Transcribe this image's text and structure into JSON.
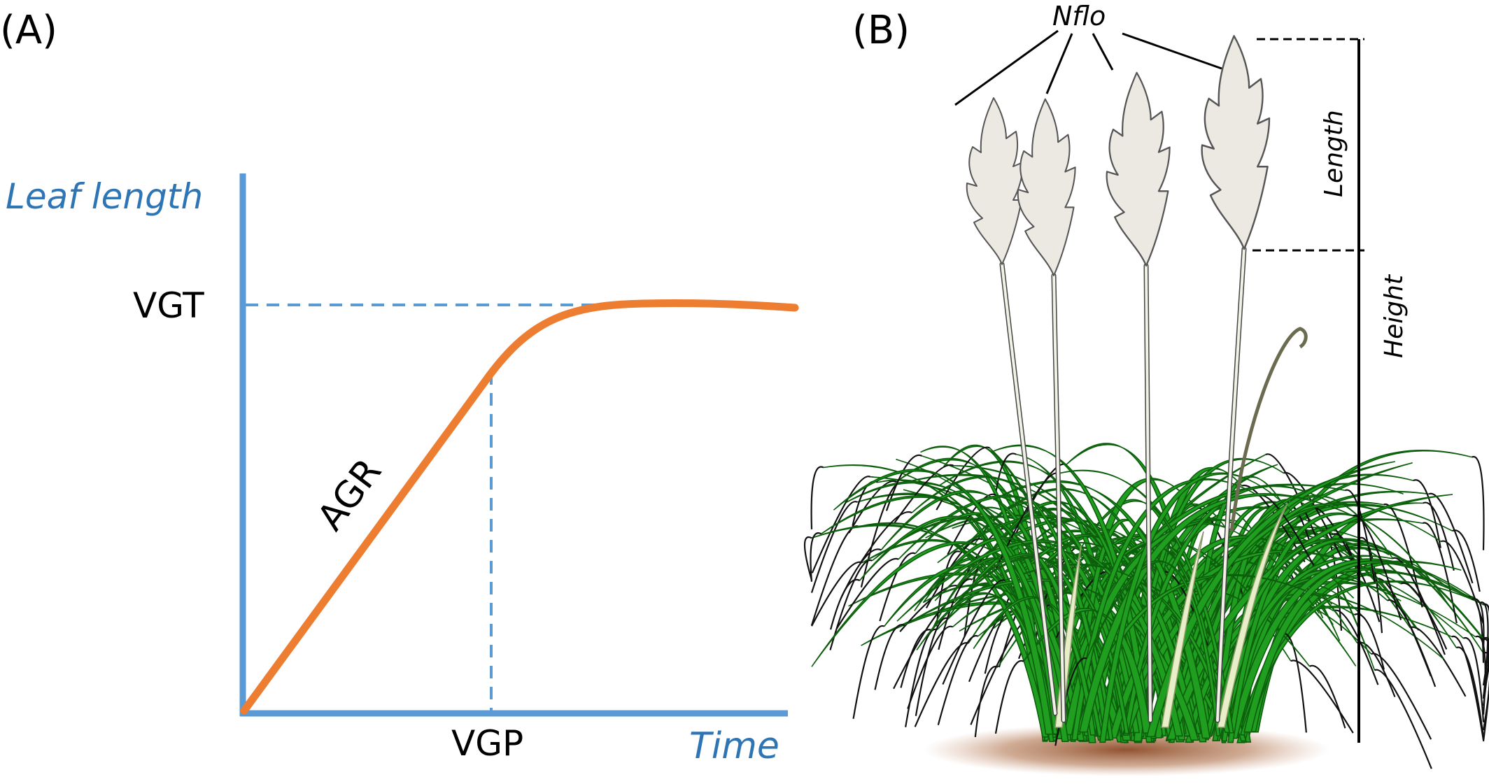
{
  "panel_a": {
    "label": "(A)",
    "y_axis_label": "Leaf length",
    "x_axis_label": "Time",
    "plateau_label": "VGT",
    "inflection_label": "VGP",
    "slope_label": "AGR"
  },
  "panel_b": {
    "label": "(B)",
    "inflorescence_label": "Nflo",
    "length_label": "Length",
    "height_label": "Height"
  },
  "colors": {
    "axis_blue": "#5b9bd5",
    "axis_text_blue": "#2e75b6",
    "curve_orange": "#ed7d31",
    "leaf_green": "#1f9e1f",
    "leaf_dark": "#0d5e0d",
    "pale_stem": "#e8efc8",
    "panicle_fill": "#ece9e2",
    "soil": "#8a4a26"
  }
}
